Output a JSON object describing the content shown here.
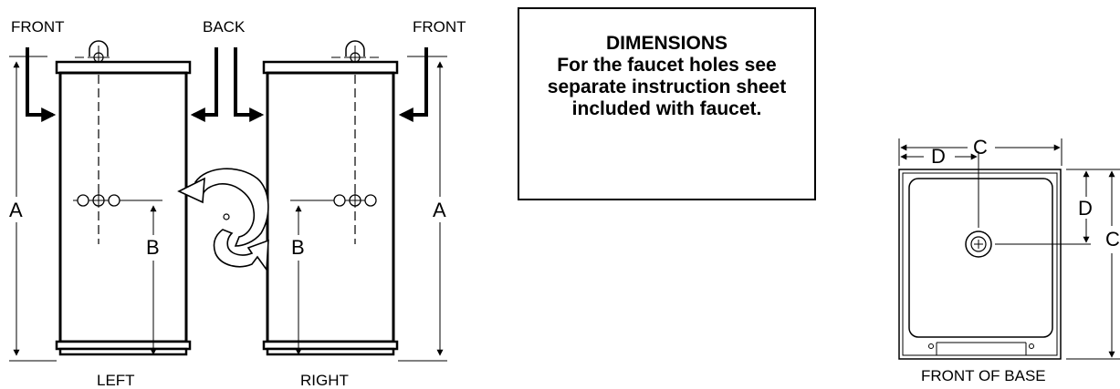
{
  "left_panel": {
    "label_front_left": "FRONT",
    "label_back": "BACK",
    "label_front_right": "FRONT",
    "left_unit": {
      "label_a": "A",
      "label_b": "B",
      "caption": "LEFT"
    },
    "right_unit": {
      "label_a": "A",
      "label_b": "B",
      "caption": "RIGHT"
    }
  },
  "note": {
    "title": "DIMENSIONS",
    "body": "For the faucet holes see separate instruction sheet included with faucet."
  },
  "base_view": {
    "label_c_top": "C",
    "label_d_top": "D",
    "label_d_side": "D",
    "label_c_side": "C",
    "caption": "FRONT OF BASE"
  }
}
